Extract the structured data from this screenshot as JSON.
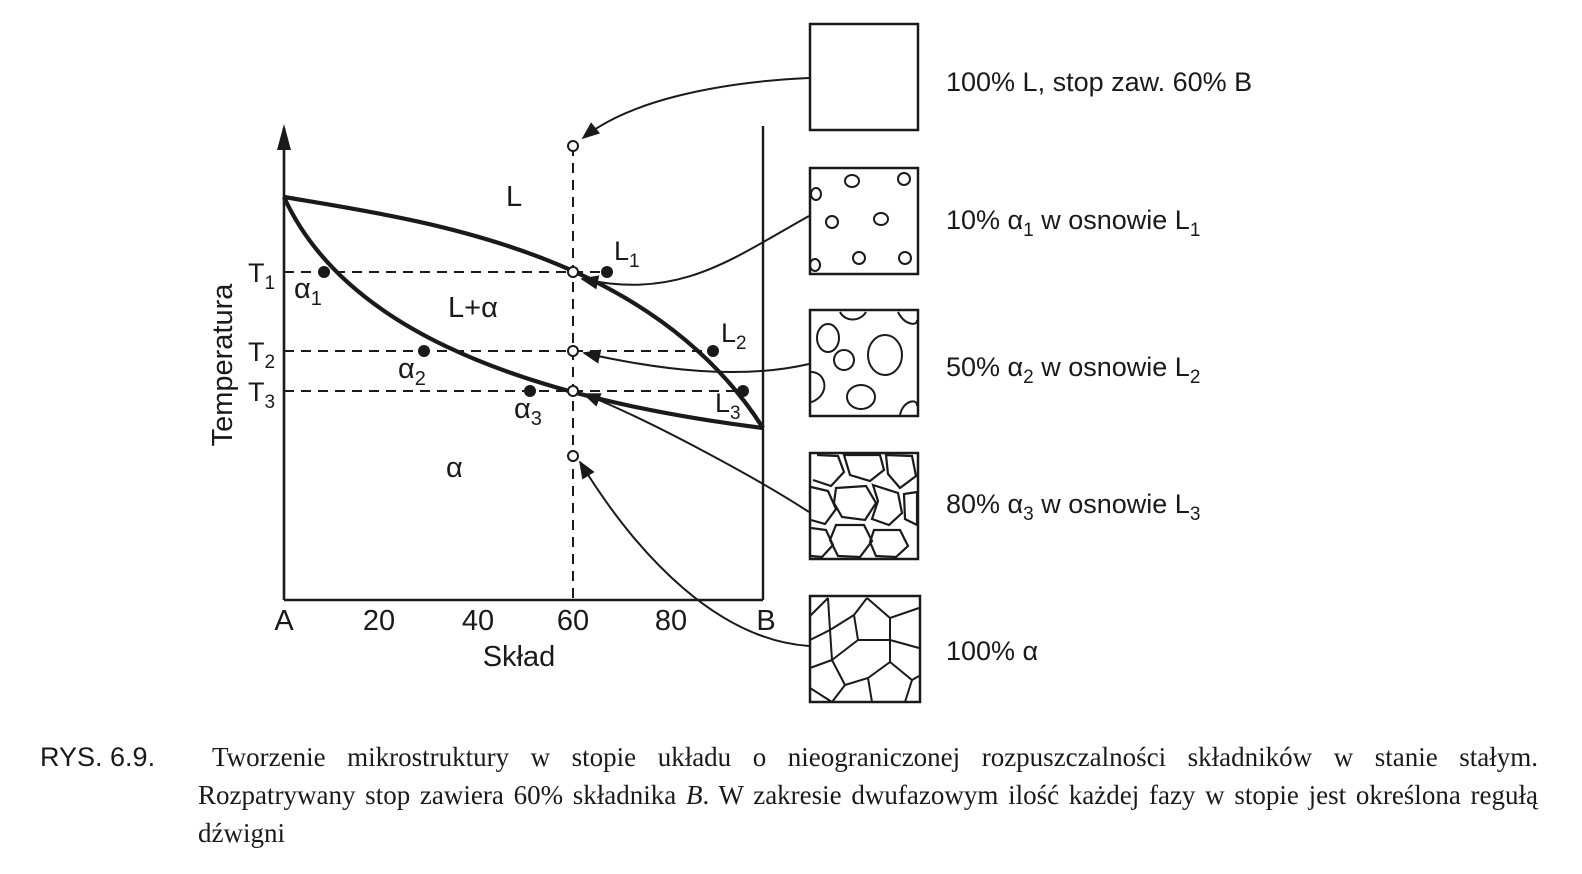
{
  "diagram": {
    "y_axis_label": "Temperatura",
    "x_axis_label": "Skład",
    "x_ticks": [
      "A",
      "20",
      "40",
      "60",
      "80",
      "B"
    ],
    "temperature_labels": [
      {
        "base": "T",
        "sub": "1"
      },
      {
        "base": "T",
        "sub": "2"
      },
      {
        "base": "T",
        "sub": "3"
      }
    ],
    "region_labels": {
      "liquid": "L",
      "two_phase": "L+α",
      "solid": "α"
    },
    "solidus_points": [
      {
        "base": "α",
        "sub": "1"
      },
      {
        "base": "α",
        "sub": "2"
      },
      {
        "base": "α",
        "sub": "3"
      }
    ],
    "liquidus_points": [
      {
        "base": "L",
        "sub": "1"
      },
      {
        "base": "L",
        "sub": "2"
      },
      {
        "base": "L",
        "sub": "3"
      }
    ],
    "alloy_composition": "60"
  },
  "microstructures": [
    {
      "text": "100% L, stop zaw. 60% B",
      "sub": "",
      "pattern": "empty"
    },
    {
      "text": "10% α",
      "sub": "1",
      "text2": " w osnowie L",
      "sub2": "1",
      "pattern": "few-small-grains"
    },
    {
      "text": "50% α",
      "sub": "2",
      "text2": " w osnowie L",
      "sub2": "2",
      "pattern": "half-grains"
    },
    {
      "text": "80% α",
      "sub": "3",
      "text2": " w osnowie L",
      "sub2": "3",
      "pattern": "mostly-grains"
    },
    {
      "text": "100% α",
      "sub": "",
      "pattern": "full-grains"
    }
  ],
  "caption": {
    "label": "RYS. 6.9.",
    "text_before": "Tworzenie mikrostruktury w stopie układu o nieograniczonej rozpuszczalności składników w stanie stałym. Rozpatrywany stop zawiera 60% składnika ",
    "italic": "B",
    "text_after": ". W zakresie dwufazowym ilość każdej fazy w stopie jest określona regułą dźwigni"
  },
  "colors": {
    "ink": "#1a1a1a",
    "paper": "#ffffff"
  }
}
